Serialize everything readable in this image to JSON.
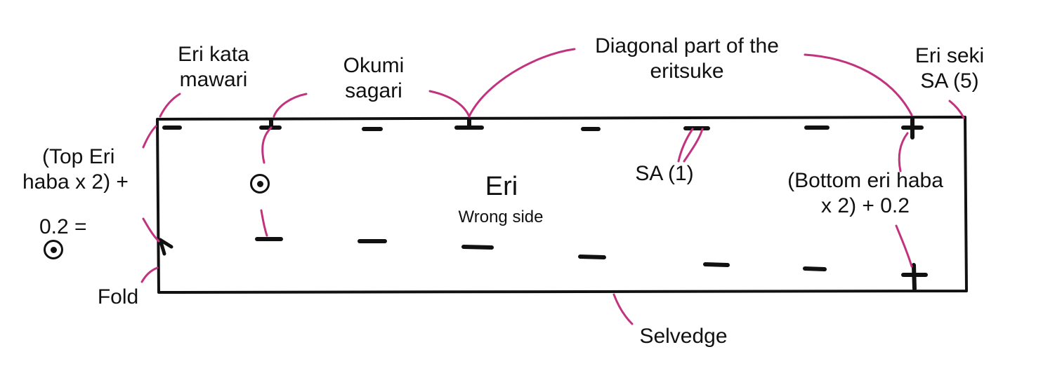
{
  "colors": {
    "outline": "#111111",
    "leader": "#c2337f"
  },
  "labels": {
    "eri_kata_mawari": [
      "Eri kata",
      "mawari"
    ],
    "okumi_sagari": [
      "Okumi",
      "sagari"
    ],
    "diagonal_part": [
      "Diagonal part of the",
      "eritsuke"
    ],
    "eri_seki": [
      "Eri seki",
      "SA (5)"
    ],
    "top_eri_haba": [
      "(Top Eri",
      "haba x 2)  +"
    ],
    "top_eri_result": "0.2 =",
    "eri_title": "Eri",
    "wrong_side": "Wrong side",
    "sa_1": "SA (1)",
    "bottom_eri_haba": [
      "(Bottom eri haba",
      "x 2) + 0.2"
    ],
    "fold": "Fold",
    "selvedge": "Selvedge"
  },
  "icons": {
    "mark": "target-icon"
  }
}
